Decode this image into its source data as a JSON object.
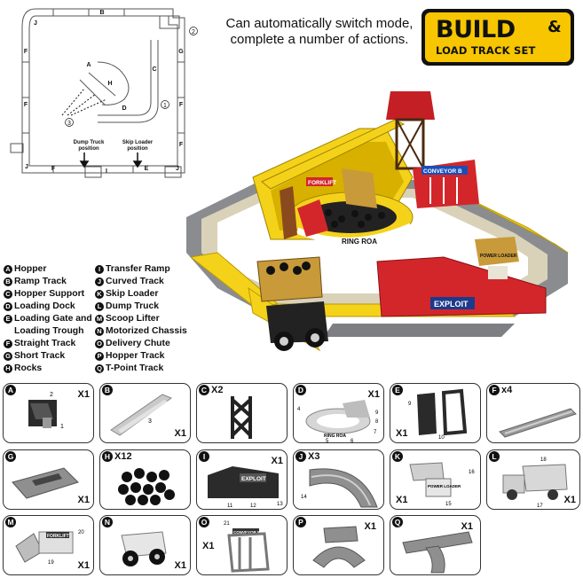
{
  "headline": {
    "line1": "Can automatically switch mode,",
    "line2": "complete a number of actions."
  },
  "logo": {
    "main": "BUILD",
    "amp": "&",
    "sub": "LOAD TRACK SET"
  },
  "diagram": {
    "letters": [
      "B",
      "C",
      "G",
      "F",
      "F",
      "F",
      "F",
      "H",
      "D",
      "A",
      "I",
      "J",
      "J",
      "J",
      "F",
      "E"
    ],
    "numbers": [
      "1",
      "2",
      "3"
    ],
    "dump_truck_position": [
      "Dump Truck",
      "position"
    ],
    "skip_loader_position": [
      "Skip Loader",
      "position"
    ]
  },
  "scene": {
    "sign_forklift": "FORKLIFT",
    "sign_ring_road": "RING ROA",
    "sign_conveyor": "CONVEYOR B",
    "sign_exploit": "EXPLOIT",
    "sign_power_loader": "POWER LOADER"
  },
  "legend": {
    "left": [
      {
        "key": "A",
        "text": "Hopper"
      },
      {
        "key": "B",
        "text": "Ramp Track"
      },
      {
        "key": "C",
        "text": "Hopper Support"
      },
      {
        "key": "D",
        "text": "Loading Dock"
      },
      {
        "key": "E",
        "text": "Loading Gate and Loading Trough"
      },
      {
        "key": "F",
        "text": "Straight Track"
      },
      {
        "key": "G",
        "text": "Short Track"
      },
      {
        "key": "H",
        "text": "Rocks"
      }
    ],
    "right": [
      {
        "key": "I",
        "text": "Transfer Ramp"
      },
      {
        "key": "J",
        "text": "Curved Track"
      },
      {
        "key": "K",
        "text": "Skip Loader"
      },
      {
        "key": "L",
        "text": "Dump Truck"
      },
      {
        "key": "M",
        "text": "Scoop Lifter"
      },
      {
        "key": "N",
        "text": "Motorized Chassis"
      },
      {
        "key": "O",
        "text": "Delivery Chute"
      },
      {
        "key": "P",
        "text": "Hopper Track"
      },
      {
        "key": "Q",
        "text": "T-Point Track"
      }
    ]
  },
  "parts": [
    {
      "key": "A",
      "qty": "X1",
      "nums": [
        "2",
        "1"
      ]
    },
    {
      "key": "B",
      "qty": "X1",
      "nums": [
        "3"
      ]
    },
    {
      "key": "C",
      "qty": "X2",
      "nums": []
    },
    {
      "key": "D",
      "qty": "X1",
      "nums": [
        "4",
        "5",
        "6",
        "7",
        "8",
        "9"
      ],
      "sign": "RING ROA"
    },
    {
      "key": "E",
      "qty": "X1",
      "nums": [
        "9",
        "10"
      ]
    },
    {
      "key": "F",
      "qty": "x4",
      "nums": []
    },
    {
      "key": "G",
      "qty": "X1",
      "nums": []
    },
    {
      "key": "H",
      "qty": "X12",
      "nums": []
    },
    {
      "key": "I",
      "qty": "X1",
      "nums": [
        "11",
        "12",
        "13"
      ],
      "sign": "EXPLOIT"
    },
    {
      "key": "J",
      "qty": "X3",
      "nums": [
        "14"
      ]
    },
    {
      "key": "K",
      "qty": "X1",
      "nums": [
        "15",
        "16"
      ],
      "sign": "POWER LOADER"
    },
    {
      "key": "L",
      "qty": "X1",
      "nums": [
        "17",
        "18"
      ]
    },
    {
      "key": "M",
      "qty": "X1",
      "nums": [
        "19",
        "20"
      ],
      "sign": "FORKLIFT"
    },
    {
      "key": "N",
      "qty": "X1",
      "nums": []
    },
    {
      "key": "O",
      "qty": "X1",
      "nums": [
        "21"
      ],
      "sign": "CONVEYOR B"
    },
    {
      "key": "P",
      "qty": "X1",
      "nums": []
    },
    {
      "key": "Q",
      "qty": "X1",
      "nums": []
    }
  ],
  "colors": {
    "track_yellow": "#f5d21a",
    "track_gray": "#7d7f83",
    "red": "#d3262b",
    "black": "#111111",
    "logo_yellow": "#f7c600"
  }
}
